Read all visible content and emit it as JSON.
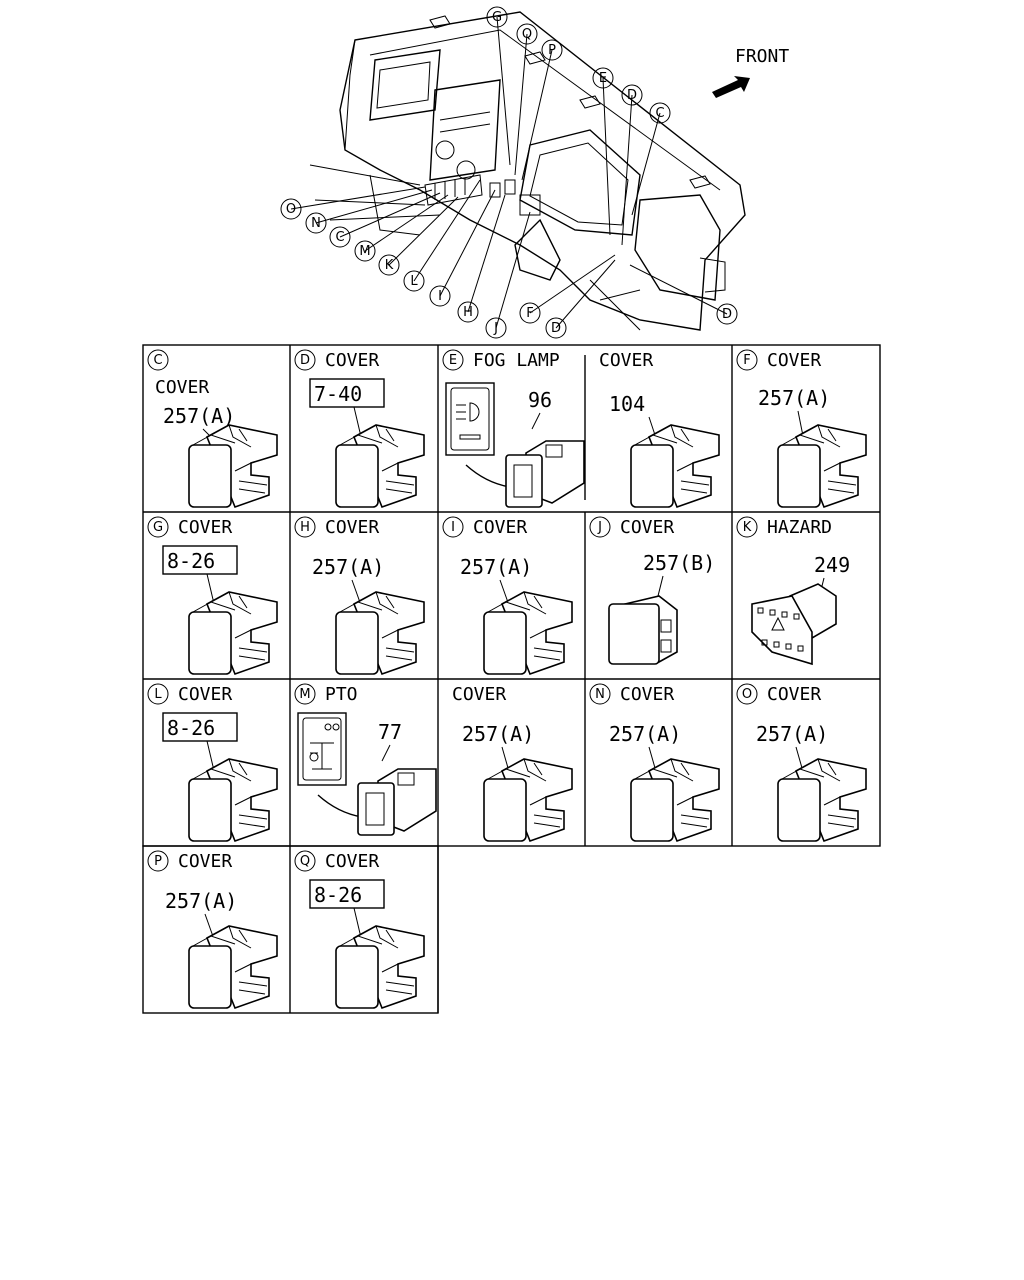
{
  "front_label": "FRONT",
  "callouts": [
    "G",
    "Q",
    "P",
    "E",
    "D",
    "C",
    "O",
    "N",
    "C",
    "M",
    "K",
    "L",
    "I",
    "H",
    "J",
    "F",
    "D",
    "D"
  ],
  "cells": [
    {
      "letter": "C",
      "title": "",
      "sub": "COVER",
      "ref": "257(A)",
      "boxed": false
    },
    {
      "letter": "D",
      "title": "COVER",
      "sub": "",
      "ref": "7-40",
      "boxed": true
    },
    {
      "letter": "E",
      "title": "FOG  LAMP",
      "sub": "",
      "ref": "96",
      "boxed": false
    },
    {
      "letter": "",
      "title": "COVER",
      "sub": "",
      "ref": "104",
      "boxed": false
    },
    {
      "letter": "F",
      "title": "COVER",
      "sub": "",
      "ref": "257(A)",
      "boxed": false
    },
    {
      "letter": "G",
      "title": "COVER",
      "sub": "",
      "ref": "8-26",
      "boxed": true
    },
    {
      "letter": "H",
      "title": "COVER",
      "sub": "",
      "ref": "257(A)",
      "boxed": false
    },
    {
      "letter": "I",
      "title": "COVER",
      "sub": "",
      "ref": "257(A)",
      "boxed": false
    },
    {
      "letter": "J",
      "title": "COVER",
      "sub": "",
      "ref": "257(B)",
      "boxed": false
    },
    {
      "letter": "K",
      "title": "HAZARD",
      "sub": "",
      "ref": "249",
      "boxed": false
    },
    {
      "letter": "L",
      "title": "COVER",
      "sub": "",
      "ref": "8-26",
      "boxed": true
    },
    {
      "letter": "M",
      "title": "PTO",
      "sub": "",
      "ref": "77",
      "boxed": false
    },
    {
      "letter": "",
      "title": "COVER",
      "sub": "",
      "ref": "257(A)",
      "boxed": false
    },
    {
      "letter": "N",
      "title": "COVER",
      "sub": "",
      "ref": "257(A)",
      "boxed": false
    },
    {
      "letter": "O",
      "title": "COVER",
      "sub": "",
      "ref": "257(A)",
      "boxed": false
    },
    {
      "letter": "P",
      "title": "COVER",
      "sub": "",
      "ref": "257(A)",
      "boxed": false
    },
    {
      "letter": "Q",
      "title": "COVER",
      "sub": "",
      "ref": "8-26",
      "boxed": true
    }
  ]
}
